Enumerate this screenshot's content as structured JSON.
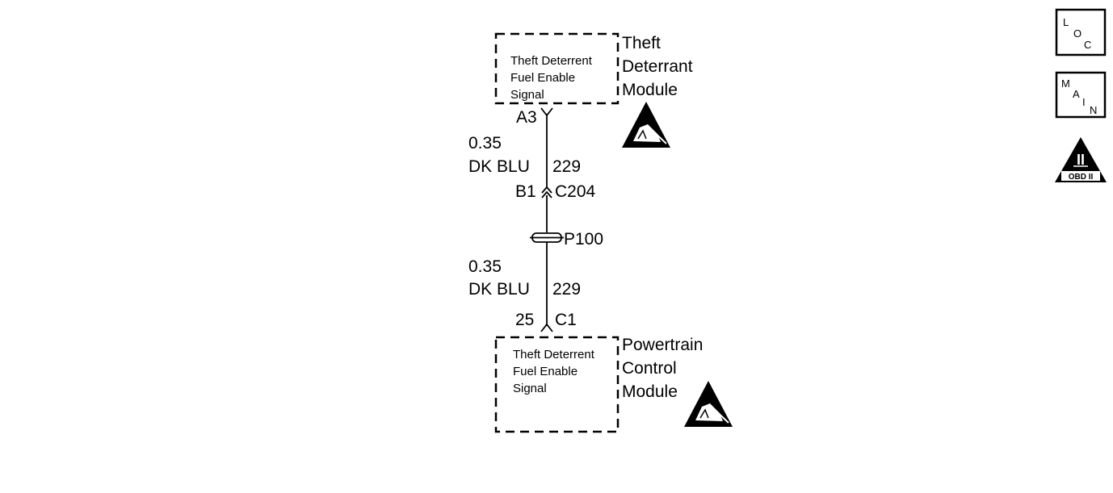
{
  "upper_module": {
    "name_lines": [
      "Theft",
      "Deterrant",
      "Module"
    ],
    "signal_lines": [
      "Theft Deterrent",
      "Fuel Enable",
      "Signal"
    ],
    "pin": "A3"
  },
  "upper_wire": {
    "size": "0.35",
    "color": "DK BLU",
    "circuit": "229"
  },
  "inline_connector": {
    "pin": "B1",
    "name": "C204"
  },
  "splice": {
    "name": "P100"
  },
  "lower_wire": {
    "size": "0.35",
    "color": "DK BLU",
    "circuit": "229"
  },
  "lower_connector": {
    "pin": "25",
    "name": "C1"
  },
  "lower_module": {
    "name_lines": [
      "Powertrain",
      "Control",
      "Module"
    ],
    "signal_lines": [
      "Theft Deterrent",
      "Fuel Enable",
      "Signal"
    ]
  },
  "side_icons": {
    "loc": {
      "letters": [
        "L",
        "O",
        "C"
      ]
    },
    "main": {
      "letters": [
        "M",
        "A",
        "I",
        "N"
      ]
    },
    "obd": {
      "numeral": "II",
      "caption": "OBD II"
    }
  }
}
